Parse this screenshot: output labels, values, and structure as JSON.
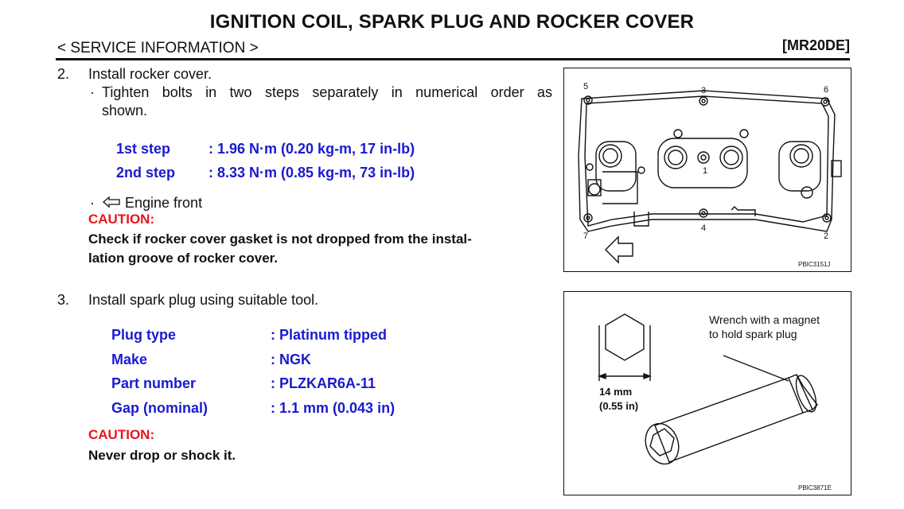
{
  "header": {
    "title": "IGNITION COIL, SPARK PLUG AND ROCKER COVER",
    "section": "< SERVICE INFORMATION >",
    "engine": "[MR20DE]"
  },
  "step2": {
    "number": "2.",
    "text": "Install rocker cover.",
    "bullet_line1": "Tighten bolts in two steps separately in numerical order as",
    "bullet_line2": "shown.",
    "torque": [
      {
        "label": "1st step",
        "value": ": 1.96 N·m (0.20 kg-m, 17 in-lb)"
      },
      {
        "label": "2nd step",
        "value": ": 8.33 N·m (0.85 kg-m, 73 in-lb)"
      }
    ],
    "engine_front": "Engine front",
    "caution_label": "CAUTION:",
    "caution_line1": "Check if rocker cover gasket is not dropped from the instal-",
    "caution_line2": "lation groove of rocker cover."
  },
  "step3": {
    "number": "3.",
    "text": "Install spark plug using suitable tool.",
    "specs": [
      {
        "label": "Plug type",
        "value": ": Platinum tipped"
      },
      {
        "label": "Make",
        "value": ": NGK"
      },
      {
        "label": "Part number",
        "value": ": PLZKAR6A-11"
      },
      {
        "label": "Gap (nominal)",
        "value": ": 1.1 mm (0.043 in)"
      }
    ],
    "caution_label": "CAUTION:",
    "caution_text": "Never drop or shock it."
  },
  "figure1": {
    "code": "PBIC3151J",
    "bolt_numbers": [
      "1",
      "2",
      "3",
      "4",
      "5",
      "6",
      "7"
    ]
  },
  "figure2": {
    "code": "PBIC3871E",
    "label_line1": "Wrench with a magnet",
    "label_line2": "to hold spark plug",
    "size_line1": "14 mm",
    "size_line2": "(0.55 in)"
  },
  "colors": {
    "spec_blue": "#1a1ad0",
    "caution_red": "#e8141b"
  }
}
